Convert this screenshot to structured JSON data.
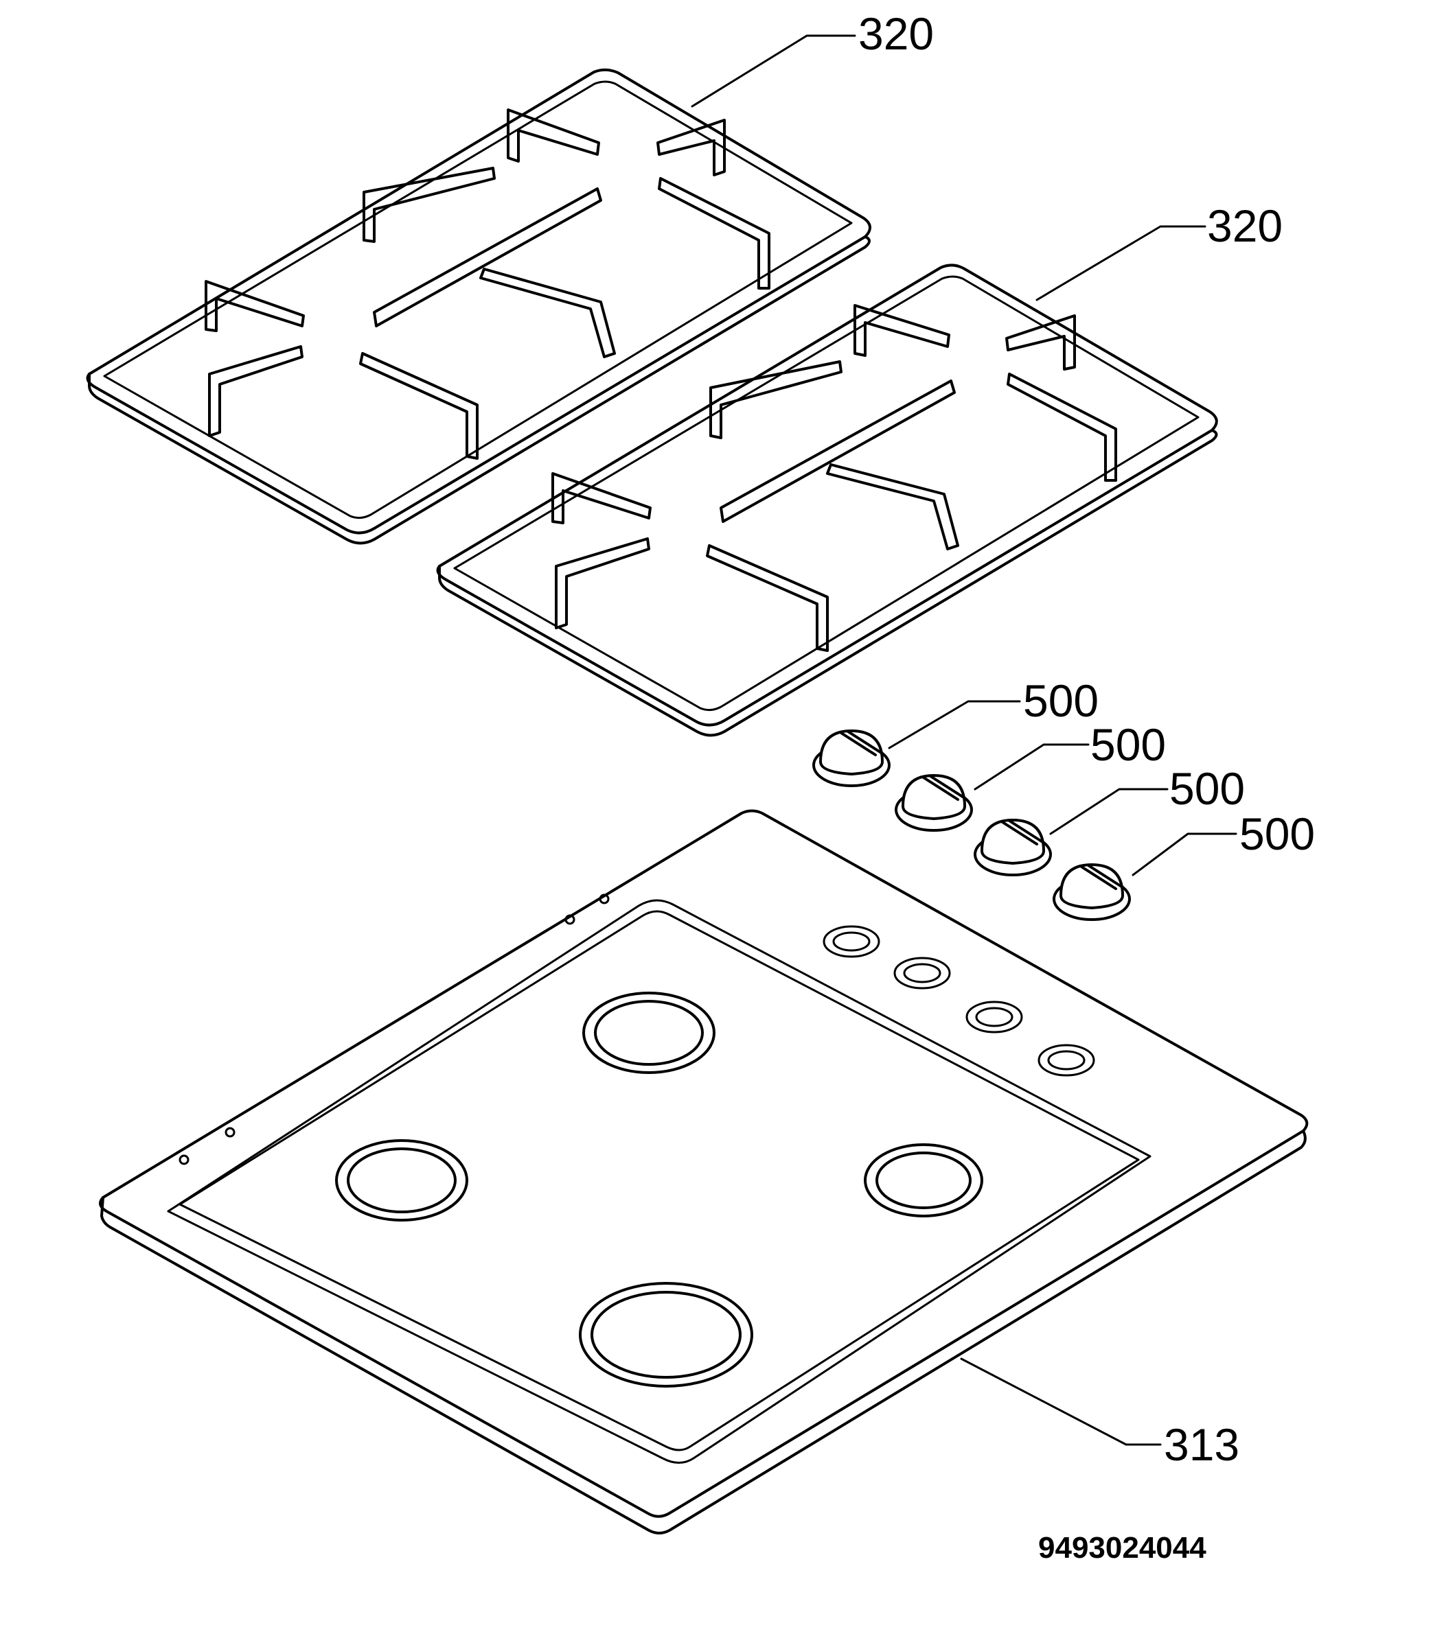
{
  "labels": {
    "grate_left": "320",
    "grate_right": "320",
    "knob_1": "500",
    "knob_2": "500",
    "knob_3": "500",
    "knob_4": "500",
    "hob_top": "313"
  },
  "document_number": "9493024044"
}
